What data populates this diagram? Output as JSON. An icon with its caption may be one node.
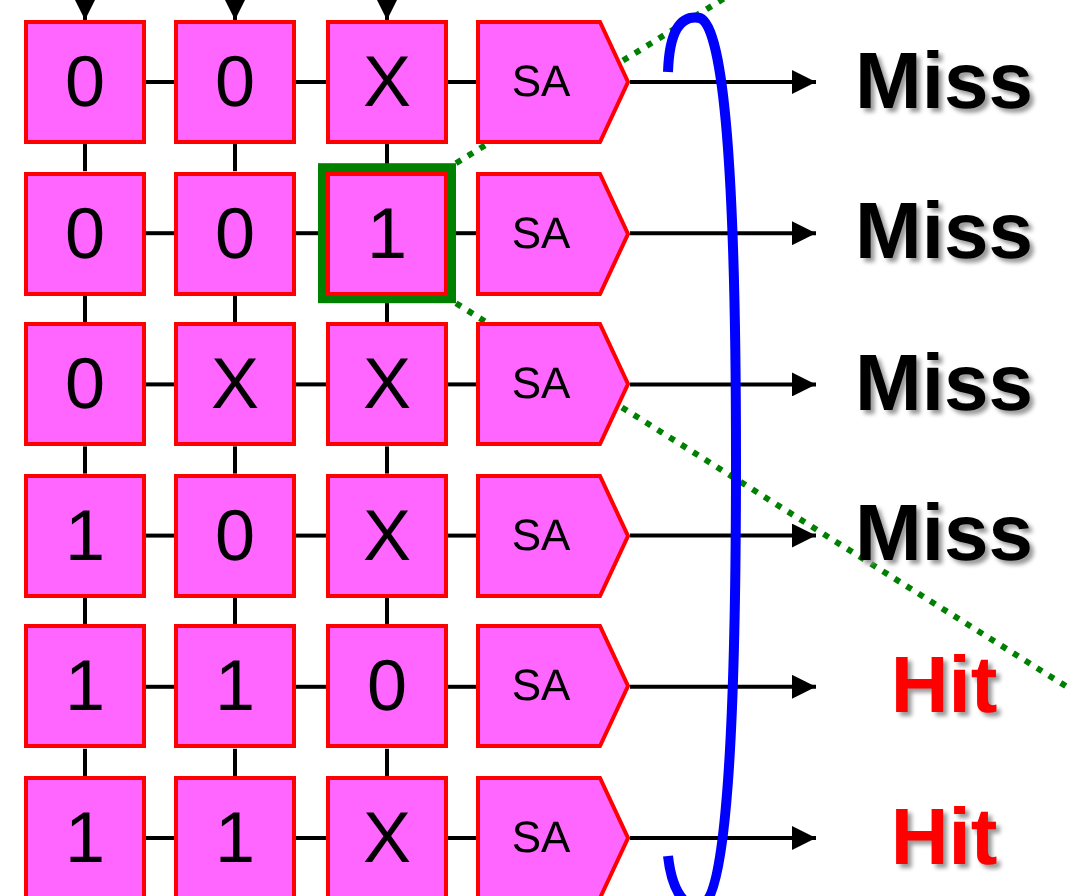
{
  "diagram": {
    "nodes": [
      {
        "text": [
          "0"
        ]
      },
      {
        "text": [
          "0"
        ]
      },
      {
        "text": [
          "X"
        ]
      },
      {
        "text": [
          "SA"
        ]
      },
      {
        "text": [
          "0"
        ]
      },
      {
        "text": [
          "0"
        ]
      },
      {
        "text": [
          "1"
        ]
      },
      {
        "text": [
          "SA"
        ]
      },
      {
        "text": [
          "0"
        ]
      },
      {
        "text": [
          "X"
        ]
      },
      {
        "text": [
          "X"
        ]
      },
      {
        "text": [
          "SA"
        ]
      },
      {
        "text": [
          "1"
        ]
      },
      {
        "text": [
          "0"
        ]
      },
      {
        "text": [
          "X"
        ]
      },
      {
        "text": [
          "SA"
        ]
      },
      {
        "text": [
          "1"
        ]
      },
      {
        "text": [
          "1"
        ]
      },
      {
        "text": [
          "0"
        ]
      },
      {
        "text": [
          "SA"
        ]
      },
      {
        "text": [
          "1"
        ]
      },
      {
        "text": [
          "1"
        ]
      },
      {
        "text": [
          "X"
        ]
      },
      {
        "text": [
          "SA"
        ]
      },
      {
        "text": [
          "Miss"
        ]
      },
      {
        "text": [
          "Miss"
        ]
      },
      {
        "text": [
          "Miss"
        ]
      },
      {
        "text": [
          "Miss"
        ]
      },
      {
        "text": [
          "Hit"
        ]
      },
      {
        "text": [
          "Hit"
        ]
      }
    ],
    "edges": [
      {
        "from": null,
        "to": 0,
        "arrow": "to"
      },
      {
        "from": null,
        "to": 1,
        "arrow": "to"
      },
      {
        "from": null,
        "to": 2,
        "arrow": "to"
      },
      {
        "from": 0,
        "to": 1,
        "arrow": "none"
      },
      {
        "from": 1,
        "to": 2,
        "arrow": "none"
      },
      {
        "from": 2,
        "to": 3,
        "arrow": "none"
      },
      {
        "from": 4,
        "to": 5,
        "arrow": "none"
      },
      {
        "from": 5,
        "to": 6,
        "arrow": "none"
      },
      {
        "from": 6,
        "to": 7,
        "arrow": "none"
      },
      {
        "from": 8,
        "to": 9,
        "arrow": "none"
      },
      {
        "from": 9,
        "to": 10,
        "arrow": "none"
      },
      {
        "from": 10,
        "to": 11,
        "arrow": "none"
      },
      {
        "from": 12,
        "to": 13,
        "arrow": "none"
      },
      {
        "from": 13,
        "to": 14,
        "arrow": "none"
      },
      {
        "from": 14,
        "to": 15,
        "arrow": "none"
      },
      {
        "from": 16,
        "to": 17,
        "arrow": "none"
      },
      {
        "from": 17,
        "to": 18,
        "arrow": "none"
      },
      {
        "from": 18,
        "to": 19,
        "arrow": "none"
      },
      {
        "from": 20,
        "to": 21,
        "arrow": "none"
      },
      {
        "from": 21,
        "to": 22,
        "arrow": "none"
      },
      {
        "from": 22,
        "to": 23,
        "arrow": "none"
      },
      {
        "from": 0,
        "to": 4,
        "arrow": "none"
      },
      {
        "from": 4,
        "to": 8,
        "arrow": "none"
      },
      {
        "from": 8,
        "to": 12,
        "arrow": "none"
      },
      {
        "from": 12,
        "to": 16,
        "arrow": "none"
      },
      {
        "from": 16,
        "to": 20,
        "arrow": "none"
      },
      {
        "from": 1,
        "to": 5,
        "arrow": "none"
      },
      {
        "from": 5,
        "to": 9,
        "arrow": "none"
      },
      {
        "from": 9,
        "to": 13,
        "arrow": "none"
      },
      {
        "from": 13,
        "to": 17,
        "arrow": "none"
      },
      {
        "from": 17,
        "to": 21,
        "arrow": "none"
      },
      {
        "from": 2,
        "to": 6,
        "arrow": "none"
      },
      {
        "from": 6,
        "to": 10,
        "arrow": "none"
      },
      {
        "from": 10,
        "to": 14,
        "arrow": "none"
      },
      {
        "from": 14,
        "to": 18,
        "arrow": "none"
      },
      {
        "from": 18,
        "to": 22,
        "arrow": "none"
      },
      {
        "from": 3,
        "to": 24,
        "arrow": "to"
      },
      {
        "from": 7,
        "to": 25,
        "arrow": "to"
      },
      {
        "from": 11,
        "to": 26,
        "arrow": "to"
      },
      {
        "from": 15,
        "to": 27,
        "arrow": "to"
      },
      {
        "from": 19,
        "to": 28,
        "arrow": "to"
      },
      {
        "from": 23,
        "to": 29,
        "arrow": "to"
      }
    ]
  }
}
